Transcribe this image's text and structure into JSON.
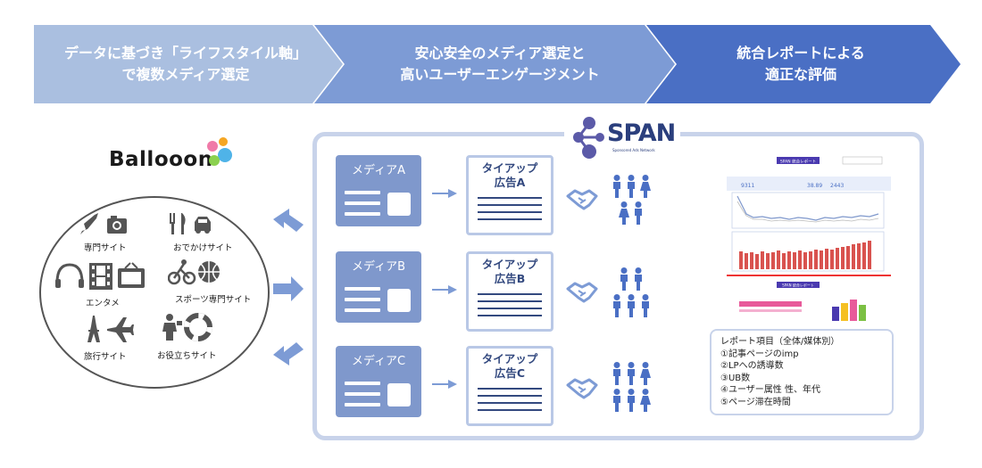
{
  "steps": [
    {
      "line1": "データに基づき「ライフスタイル軸」",
      "line2": "で複数メディア選定"
    },
    {
      "line1": "安心安全のメディア選定と",
      "line2": "高いユーザーエンゲージメント"
    },
    {
      "line1": "統合レポートによる",
      "line2": "適正な評価"
    }
  ],
  "colors": {
    "step1": "#aabfe0",
    "step2": "#7d9bd5",
    "step3": "#4a6fc4",
    "frame": "#c8d3ea",
    "media": "#7f98cc",
    "ad_text": "#33497f"
  },
  "left_panel": {
    "brand": "Ballooon",
    "categories": [
      {
        "label": "専門サイト",
        "icons": [
          "rocket-icon",
          "camera-icon"
        ]
      },
      {
        "label": "おでかけサイト",
        "icons": [
          "cutlery-icon",
          "car-icon"
        ]
      },
      {
        "label": "エンタメ",
        "icons": [
          "headphones-icon",
          "film-icon",
          "tv-icon"
        ]
      },
      {
        "label": "スポーツ専門サイト",
        "icons": [
          "bicycle-icon",
          "ball-icon"
        ]
      },
      {
        "label": "旅行サイト",
        "icons": [
          "tower-icon",
          "airplane-icon"
        ]
      },
      {
        "label": "お役立ちサイト",
        "icons": [
          "person-icon",
          "lifebuoy-icon"
        ]
      }
    ]
  },
  "span_logo": {
    "text": "SPAN",
    "subtext": "Sponsored Ads Network"
  },
  "rows": [
    {
      "media": "メディアA",
      "ad_line1": "タイアップ",
      "ad_line2": "広告A",
      "people": 5
    },
    {
      "media": "メディアB",
      "ad_line1": "タイアップ",
      "ad_line2": "広告B",
      "people": 5
    },
    {
      "media": "メディアC",
      "ad_line1": "タイアップ",
      "ad_line2": "広告C",
      "people": 6
    }
  ],
  "report_mock": {
    "header1": "SPAN 統合レポート",
    "kpi1": "9311",
    "kpi2": "38.89",
    "kpi3": "2443",
    "header2": "SPAN 統合レポート"
  },
  "report": {
    "title": "レポート項目（全体/媒体別）",
    "items": [
      "①記事ページのimp",
      "②LPへの誘導数",
      "③UB数",
      "④ユーザー属性 性、年代",
      "⑤ページ滞在時間"
    ]
  }
}
